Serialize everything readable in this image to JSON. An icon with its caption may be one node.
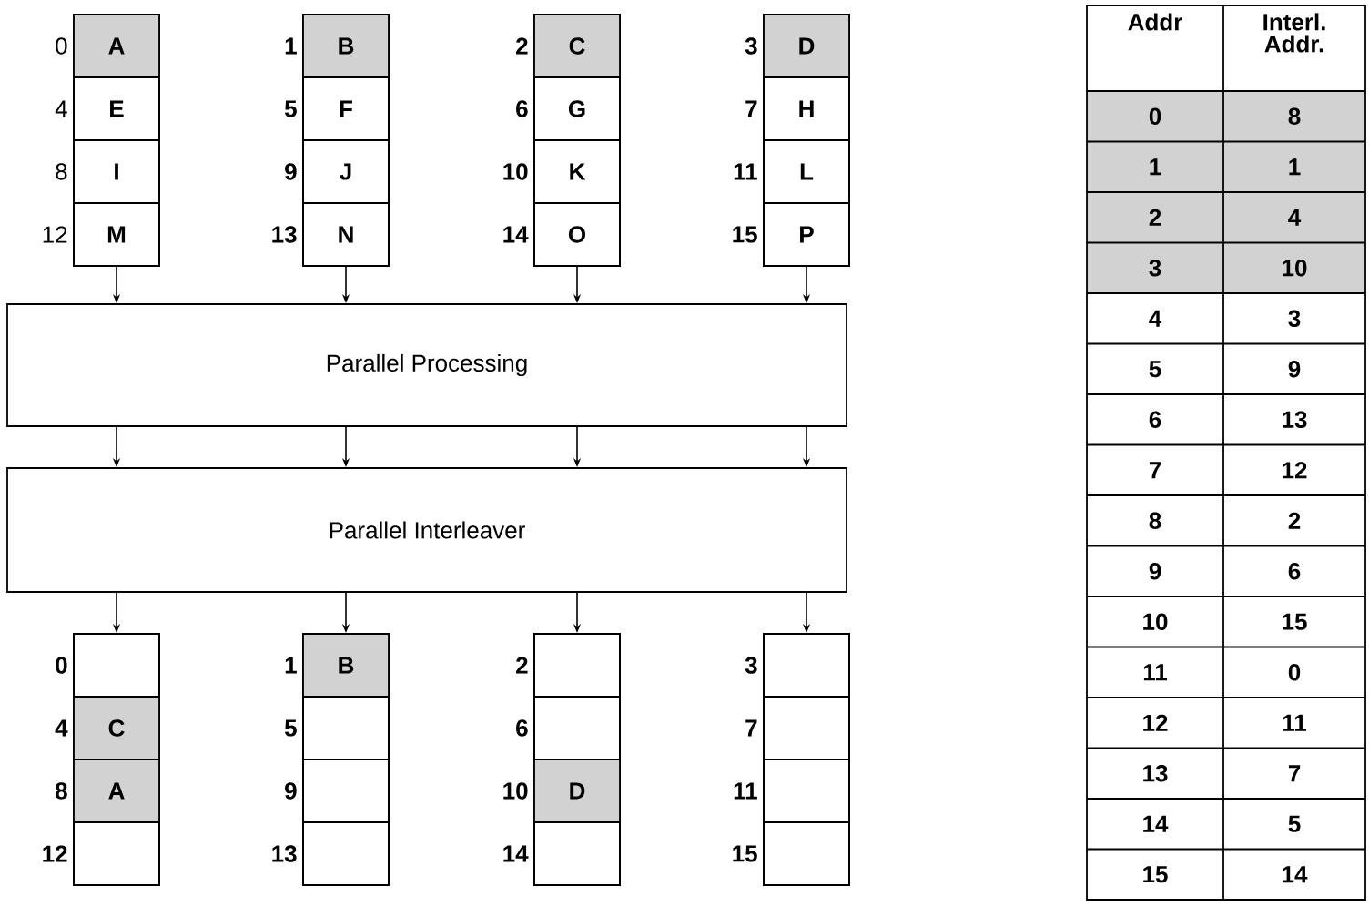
{
  "diagram": {
    "nodes": [
      {
        "text": [],
        "shape": "box"
      },
      {
        "text": [
          "A"
        ],
        "beside": [
          "0"
        ],
        "in": 0
      },
      {
        "text": [
          "E"
        ],
        "beside": [
          "4"
        ],
        "in": 0
      },
      {
        "text": [
          "I"
        ],
        "beside": [
          "8"
        ],
        "in": 0
      },
      {
        "text": [
          "M"
        ],
        "beside": [
          "12"
        ],
        "in": 0
      },
      {
        "text": [],
        "shape": "box"
      },
      {
        "text": [
          "B"
        ],
        "beside": [
          "1"
        ],
        "in": 5
      },
      {
        "text": [
          "F"
        ],
        "beside": [
          "5"
        ],
        "in": 5
      },
      {
        "text": [
          "J"
        ],
        "beside": [
          "9"
        ],
        "in": 5
      },
      {
        "text": [
          "N"
        ],
        "beside": [
          "13"
        ],
        "in": 5
      },
      {
        "text": [],
        "shape": "box"
      },
      {
        "text": [
          "C"
        ],
        "beside": [
          "2"
        ],
        "in": 10
      },
      {
        "text": [
          "G"
        ],
        "beside": [
          "6"
        ],
        "in": 10
      },
      {
        "text": [
          "K"
        ],
        "beside": [
          "10"
        ],
        "in": 10
      },
      {
        "text": [
          "O"
        ],
        "beside": [
          "14"
        ],
        "in": 10
      },
      {
        "text": [],
        "shape": "box"
      },
      {
        "text": [
          "D"
        ],
        "beside": [
          "3"
        ],
        "in": 15
      },
      {
        "text": [
          "H"
        ],
        "beside": [
          "7"
        ],
        "in": 15
      },
      {
        "text": [
          "L"
        ],
        "beside": [
          "11"
        ],
        "in": 15
      },
      {
        "text": [
          "P"
        ],
        "beside": [
          "15"
        ],
        "in": 15
      },
      {
        "text": [
          "Parallel Processing"
        ]
      },
      {
        "text": [
          "Parallel Interleaver"
        ]
      },
      {
        "text": [],
        "shape": "box"
      },
      {
        "text": [],
        "shape": "box",
        "beside": [
          "0"
        ],
        "in": 22
      },
      {
        "text": [
          "C"
        ],
        "beside": [
          "4"
        ],
        "in": 22
      },
      {
        "text": [
          "A"
        ],
        "beside": [
          "8"
        ],
        "in": 22
      },
      {
        "text": [],
        "shape": "box",
        "beside": [
          "12"
        ],
        "in": 22
      },
      {
        "text": [],
        "shape": "box"
      },
      {
        "text": [
          "B"
        ],
        "beside": [
          "1"
        ],
        "in": 27
      },
      {
        "text": [],
        "shape": "box",
        "beside": [
          "5"
        ],
        "in": 27
      },
      {
        "text": [],
        "shape": "box",
        "beside": [
          "9"
        ],
        "in": 27
      },
      {
        "text": [],
        "shape": "box",
        "beside": [
          "13"
        ],
        "in": 27
      },
      {
        "text": [],
        "shape": "box"
      },
      {
        "text": [],
        "shape": "box",
        "beside": [
          "2"
        ],
        "in": 32
      },
      {
        "text": [],
        "shape": "box",
        "beside": [
          "6"
        ],
        "in": 32
      },
      {
        "text": [
          "D"
        ],
        "beside": [
          "10"
        ],
        "in": 32
      },
      {
        "text": [],
        "shape": "box",
        "beside": [
          "14"
        ],
        "in": 32
      },
      {
        "text": [],
        "shape": "box"
      },
      {
        "text": [],
        "shape": "box",
        "beside": [
          "3"
        ],
        "in": 37
      },
      {
        "text": [],
        "shape": "box",
        "beside": [
          "7"
        ],
        "in": 37
      },
      {
        "text": [],
        "shape": "box",
        "beside": [
          "11"
        ],
        "in": 37
      },
      {
        "text": [],
        "shape": "box",
        "beside": [
          "15"
        ],
        "in": 37
      }
    ],
    "edges": [
      {
        "from": 0,
        "to": 20,
        "arrow": "to"
      },
      {
        "from": 5,
        "to": 20,
        "arrow": "to"
      },
      {
        "from": 10,
        "to": 20,
        "arrow": "to"
      },
      {
        "from": 15,
        "to": 20,
        "arrow": "to"
      },
      {
        "from": 20,
        "to": 21,
        "arrow": "to"
      },
      {
        "from": 20,
        "to": 21,
        "arrow": "to"
      },
      {
        "from": 20,
        "to": 21,
        "arrow": "to"
      },
      {
        "from": 20,
        "to": 21,
        "arrow": "to"
      },
      {
        "from": 21,
        "to": 22,
        "arrow": "to"
      },
      {
        "from": 21,
        "to": 27,
        "arrow": "to"
      },
      {
        "from": 21,
        "to": 32,
        "arrow": "to"
      },
      {
        "from": 21,
        "to": 37,
        "arrow": "to"
      }
    ],
    "labels": [
      "Addr",
      "Interl. Addr.",
      "0",
      "8",
      "1",
      "1",
      "2",
      "4",
      "3",
      "10",
      "4",
      "3",
      "5",
      "9",
      "6",
      "13",
      "7",
      "12",
      "8",
      "2",
      "9",
      "6",
      "10",
      "15",
      "11",
      "0",
      "12",
      "11",
      "13",
      "7",
      "14",
      "5",
      "15",
      "14"
    ]
  }
}
